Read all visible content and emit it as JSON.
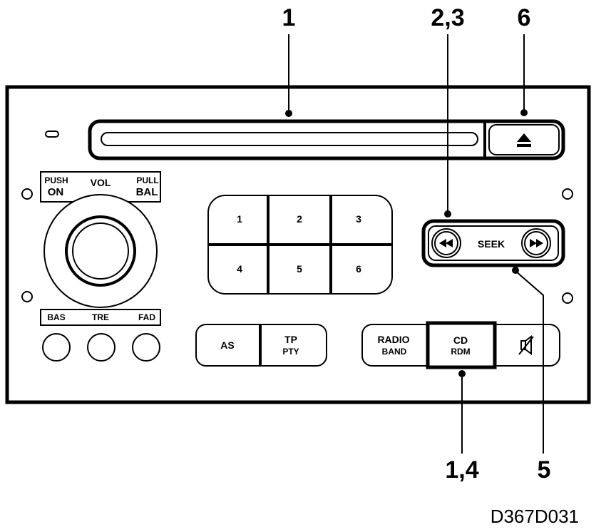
{
  "callouts": {
    "c1": "1",
    "c23": "2,3",
    "c6": "6",
    "c14": "1,4",
    "c5": "5"
  },
  "knob_panel": {
    "push": "PUSH",
    "on": "ON",
    "vol": "VOL",
    "pull": "PULL",
    "bal": "BAL"
  },
  "tone": {
    "bas": "BAS",
    "tre": "TRE",
    "fad": "FAD"
  },
  "presets": [
    "1",
    "2",
    "3",
    "4",
    "5",
    "6"
  ],
  "seek": {
    "label": "SEEK",
    "prev_icon": "seek-back-icon",
    "next_icon": "seek-forward-icon"
  },
  "buttons": {
    "as": "AS",
    "tp": "TP",
    "pty": "PTY",
    "radio": "RADIO",
    "band": "BAND",
    "cd": "CD",
    "rdm": "RDM",
    "mute_icon": "mute-speaker-icon",
    "eject_icon": "eject-icon"
  },
  "figure_code": "D367D031"
}
